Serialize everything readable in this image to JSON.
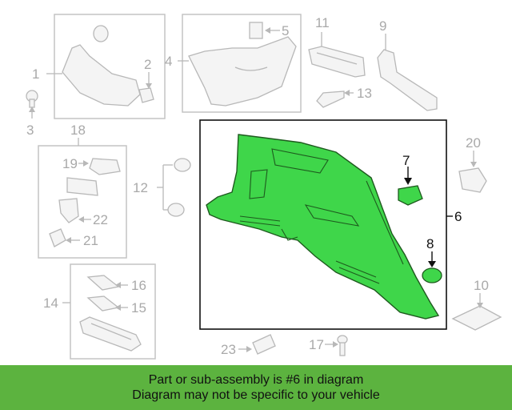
{
  "diagram": {
    "callouts": [
      "1",
      "2",
      "3",
      "4",
      "5",
      "6",
      "7",
      "8",
      "9",
      "10",
      "11",
      "12",
      "13",
      "14",
      "15",
      "16",
      "17",
      "18",
      "19",
      "20",
      "21",
      "22",
      "23"
    ]
  },
  "banner": {
    "line1": "Part or sub-assembly is #6 in diagram",
    "line2": "Diagram may not be specific to your vehicle"
  },
  "colors": {
    "highlight": "#5cb33f",
    "part_green": "#3fd64a",
    "line_gray": "#b8b8b8"
  }
}
